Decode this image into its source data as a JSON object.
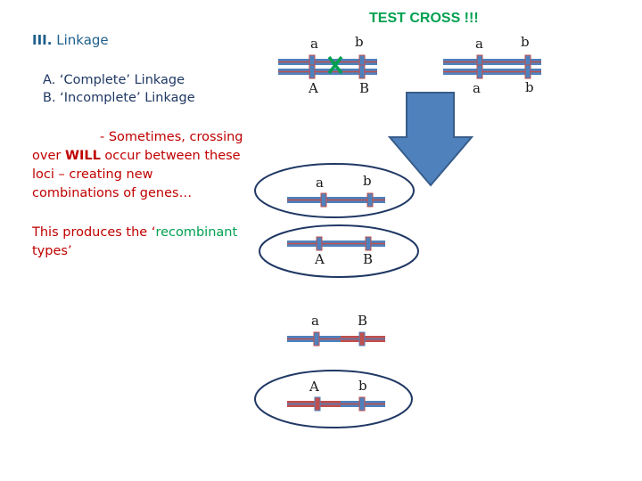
{
  "left": {
    "heading_roman": "III.",
    "heading_text": "Linkage",
    "item_a": "A. ‘Complete’ Linkage",
    "item_b": "B. ‘Incomplete’ Linkage",
    "para_line1": "- Sometimes, crossing",
    "para_line2_pre": "over ",
    "para_line2_em": "WILL",
    "para_line2_post": " occur between these",
    "para_line3": "loci – creating new",
    "para_line4": "combinations of genes…",
    "para2_pre": "This produces the ‘",
    "para2_green": "recombinant",
    "para2_post": "types’"
  },
  "title": "TEST CROSS !!!",
  "cross_symbol": "×",
  "labels": {
    "p1_top_a": "a",
    "p1_top_b": "b",
    "p1_bot_a": "A",
    "p1_bot_b": "B",
    "p2_top_a": "a",
    "p2_top_b": "b",
    "p2_bot_a": "a",
    "p2_bot_b": "b",
    "o1_a": "a",
    "o1_b": "b",
    "o2_a": "A",
    "o2_b": "B",
    "o3_a": "a",
    "o3_b": "B",
    "o4_a": "A",
    "o4_b": "b"
  },
  "colors": {
    "chromosome_blue": "#4f81bd",
    "chromosome_red": "#c0504d",
    "arrow_fill": "#4f81bd",
    "cross_green": "#00a050",
    "ellipse_stroke": "#1f3864"
  }
}
